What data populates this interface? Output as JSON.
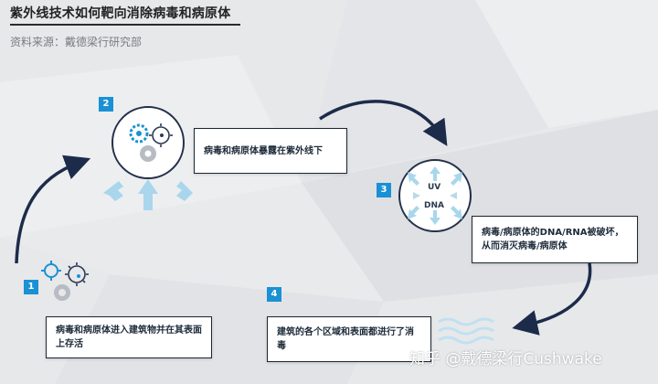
{
  "header": {
    "title": "紫外线技术如何靶向消除病毒和病原体",
    "source": "资料来源：戴德梁行研究部"
  },
  "steps": [
    {
      "number": "1",
      "text": "病毒和病原体进入建筑物并在其表面上存活"
    },
    {
      "number": "2",
      "text": "病毒和病原体暴露在紫外线下"
    },
    {
      "number": "3",
      "text": "病毒/病原体的DNA/RNA被破坏，从而消灭病毒/病原体"
    },
    {
      "number": "4",
      "text": "建筑的各个区域和表面都进行了消毒"
    }
  ],
  "step3_labels": {
    "uv": "UV",
    "dna": "DNA"
  },
  "watermark": "知乎 @戴德梁行Cushwake",
  "colors": {
    "accent": "#1a91d4",
    "arrow": "#1d2b4a",
    "light_arrow": "#a9d6ec"
  }
}
